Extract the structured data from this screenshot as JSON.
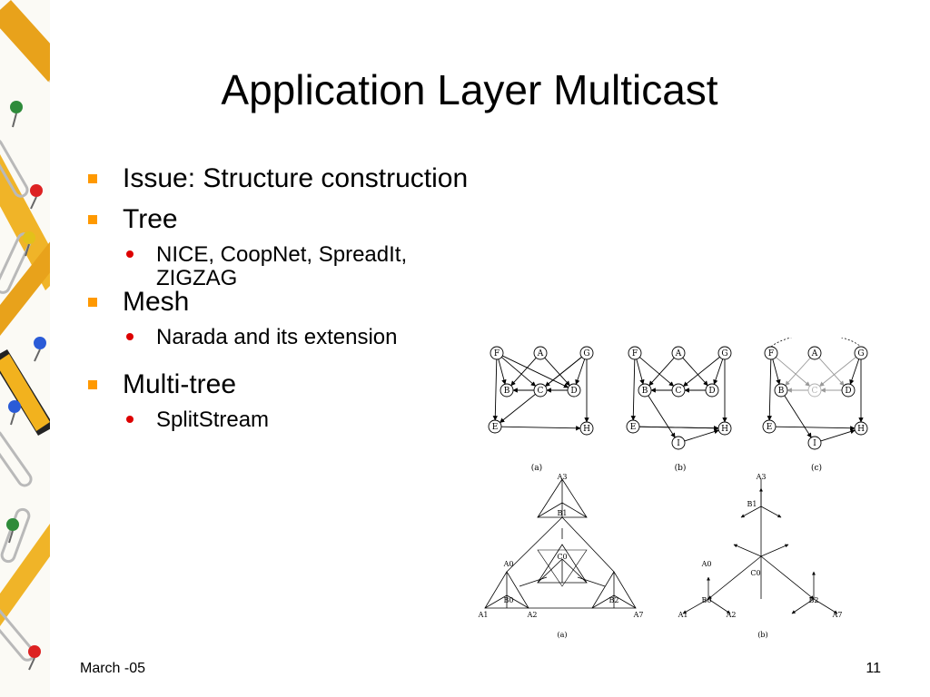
{
  "slide": {
    "title": "Application Layer Multicast",
    "page_number": "11",
    "date": "March -05"
  },
  "bullets": [
    {
      "text": "Issue: Structure construction"
    },
    {
      "text": "Tree"
    },
    {
      "text": "NICE, CoopNet, SpreadIt, ZIGZAG"
    },
    {
      "text": "Mesh"
    },
    {
      "text": "Narada and its extension"
    },
    {
      "text": "Multi-tree"
    },
    {
      "text": "SplitStream"
    }
  ],
  "figure_top": {
    "nodes": [
      "F",
      "A",
      "G",
      "B",
      "C",
      "D",
      "E",
      "H",
      "I"
    ],
    "captions": [
      "(a)",
      "(b)",
      "(c)"
    ]
  },
  "figure_bottom": {
    "left_labels": [
      "A3",
      "B1",
      "C0",
      "A0",
      "B0",
      "B2",
      "A1",
      "A2",
      "A7"
    ],
    "left_caption": "(a)",
    "right_labels": [
      "A3",
      "B1",
      "A0",
      "C0",
      "B0",
      "B2",
      "A1",
      "A2",
      "A7"
    ],
    "right_caption": "(b)"
  },
  "colors": {
    "bullet_square": "#ff9900",
    "bullet_dot": "#dd0000",
    "faded_node": "#b0b0b0"
  }
}
